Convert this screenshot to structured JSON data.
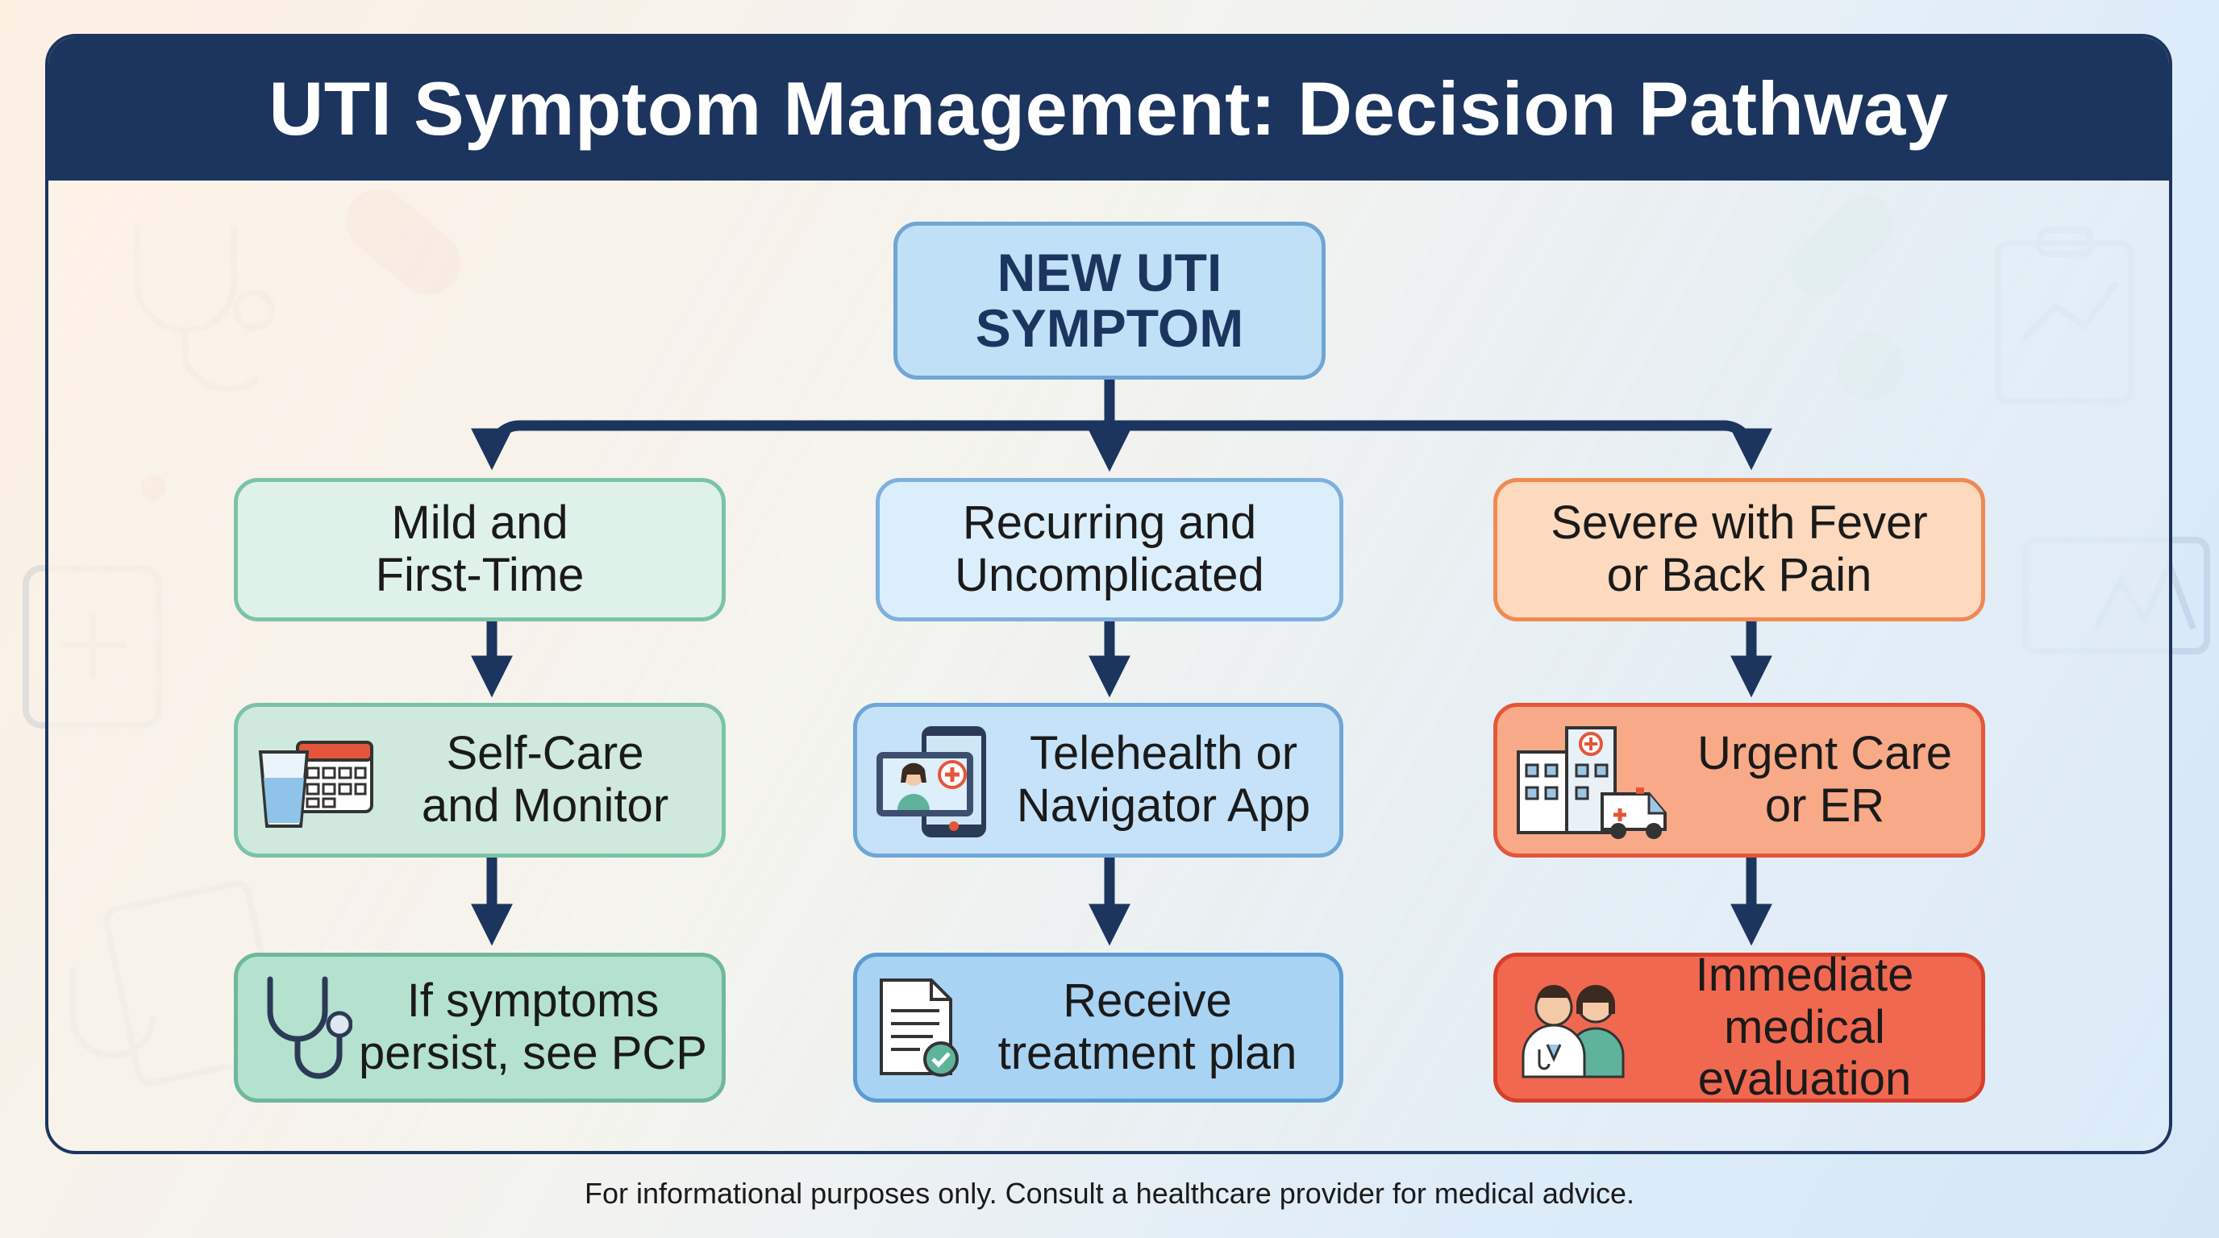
{
  "title": "UTI Symptom Management: Decision Pathway",
  "root": "NEW UTI\nSYMPTOM",
  "columns": [
    {
      "condition": "Mild and\nFirst-Time",
      "action": "Self-Care\nand Monitor",
      "outcome": "If symptoms\npersist, see PCP",
      "action_icon": "water-glass-calendar-icon",
      "outcome_icon": "stethoscope-icon"
    },
    {
      "condition": "Recurring and\nUncomplicated",
      "action": "Telehealth or\nNavigator App",
      "outcome": "Receive\ntreatment plan",
      "action_icon": "telehealth-tablet-icon",
      "outcome_icon": "document-check-icon"
    },
    {
      "condition": "Severe with Fever\nor Back Pain",
      "action": "Urgent Care\nor ER",
      "outcome": "Immediate\nmedical evaluation",
      "action_icon": "hospital-ambulance-icon",
      "outcome_icon": "medical-staff-icon"
    }
  ],
  "footer": "For informational purposes only. Consult a healthcare provider for medical advice.",
  "colors": {
    "header": "#1c355e",
    "connector": "#1c355e",
    "green": "#7bc3a6",
    "blue": "#6fa6d8",
    "orange": "#ef8a53",
    "red": "#d63f2b"
  }
}
